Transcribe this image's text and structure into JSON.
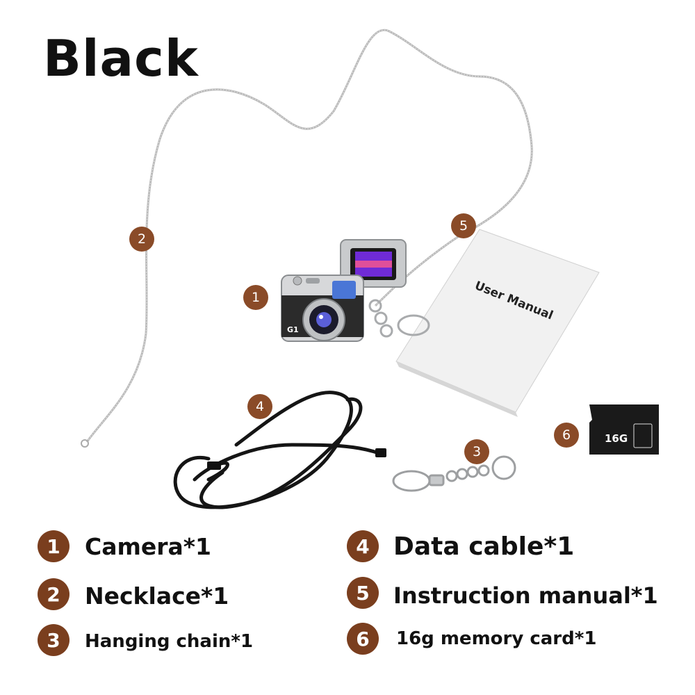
{
  "title": "Black",
  "camera": {
    "logo": "G1"
  },
  "manual": {
    "cover_text": "User Manual"
  },
  "memory_card": {
    "capacity_text": "16G"
  },
  "markers": [
    "1",
    "2",
    "3",
    "4",
    "5",
    "6"
  ],
  "legend": [
    {
      "number": "1",
      "label": "Camera*1"
    },
    {
      "number": "2",
      "label": "Necklace*1"
    },
    {
      "number": "3",
      "label": "Hanging chain*1"
    },
    {
      "number": "4",
      "label": "Data cable*1"
    },
    {
      "number": "5",
      "label": "Instruction manual*1"
    },
    {
      "number": "6",
      "label": "16g memory card*1"
    }
  ],
  "colors": {
    "marker": "#8a4b28",
    "legend_number": "#7a3e1e"
  }
}
